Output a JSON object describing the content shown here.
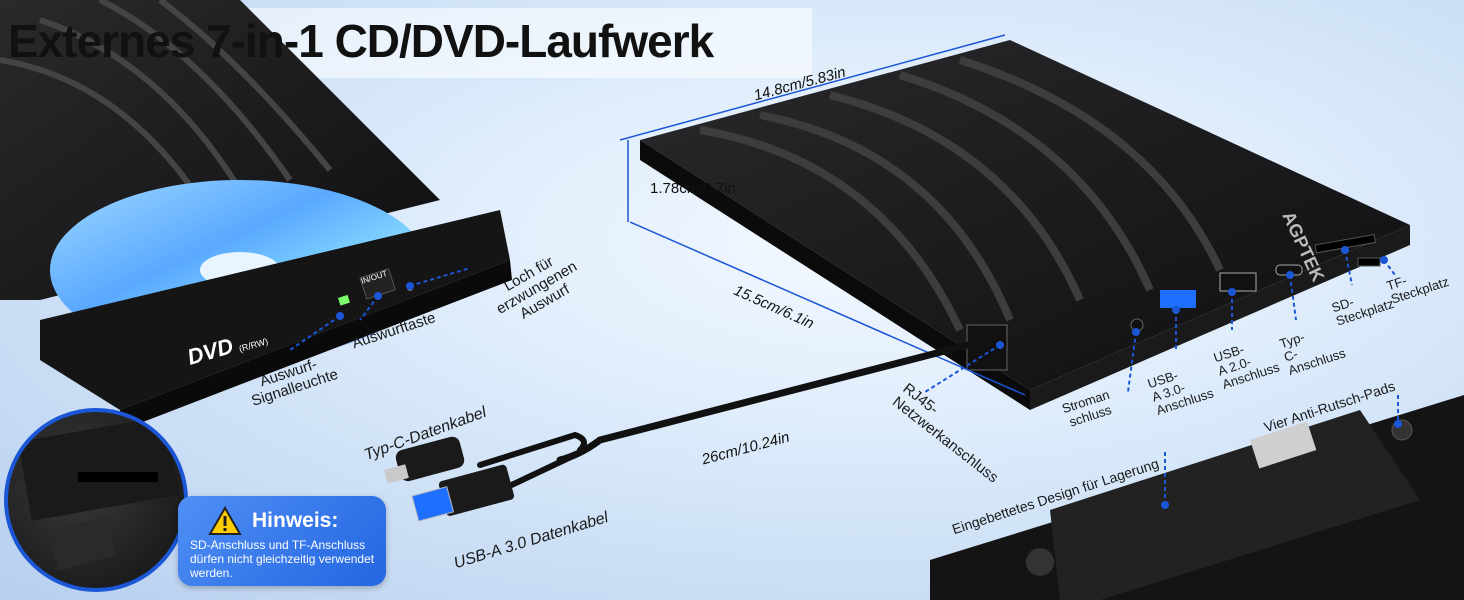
{
  "title": "Externes 7-in-1 CD/DVD-Laufwerk",
  "dimensions": {
    "length": "14.8cm/5.83in",
    "height": "1.78cm/0.7in",
    "width": "15.5cm/6.1in",
    "cable_length": "26cm/10.24in"
  },
  "labels": {
    "signal_light": [
      "Auswurf-",
      "Signalleuchte"
    ],
    "eject_button": "Auswurftaste",
    "forced_eject": [
      "Loch für",
      "erzwungenen",
      "Auswurf"
    ],
    "typec_cable": "Typ-C-Datenkabel",
    "usba_cable": "USB-A 3.0 Datenkabel",
    "rj45": [
      "RJ45-",
      "Netzwerkanschluss"
    ],
    "power": [
      "Stroman",
      "schluss"
    ],
    "usb30": [
      "USB-",
      "A 3.0-",
      "Anschluss"
    ],
    "usb20": [
      "USB-",
      "A 2.0-",
      "Anschluss"
    ],
    "typec_port": [
      "Typ-",
      "C-",
      "Anschluss"
    ],
    "sd_slot": [
      "SD-",
      "Steckplatz"
    ],
    "tf_slot": [
      "TF-",
      "Steckplatz"
    ],
    "storage": "Eingebettetes Design für Lagerung",
    "anti_slip": "Vier Anti-Rutsch-Pads"
  },
  "device": {
    "brand": "AGPTEK",
    "dvd_logo": "DVD",
    "dvd_sub": "(R/RW)",
    "in_out": "IN/OUT"
  },
  "hint": {
    "title": "Hinweis:",
    "text": "SD-Anschluss und TF-Anschluss dürfen nicht gleichzeitig verwendet werden."
  },
  "colors": {
    "accent": "#1a56d6",
    "device": "#1c1c1e",
    "hint_bg": "#2f74ea"
  }
}
